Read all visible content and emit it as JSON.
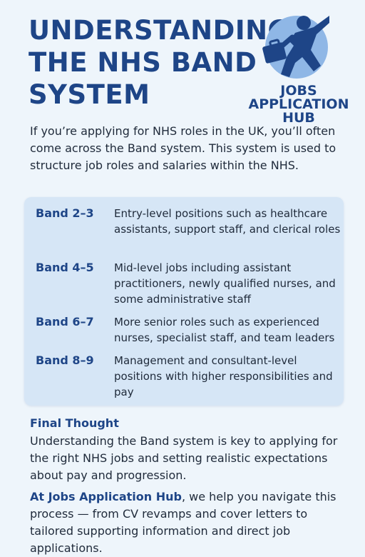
{
  "header": {
    "title_lines": [
      "UNDERSTANDING",
      "THE NHS BAND",
      "SYSTEM"
    ]
  },
  "logo": {
    "text_lines": [
      "JOBS",
      "APPLICATION",
      "HUB"
    ],
    "icon": "person-with-briefcase-icon",
    "colors": {
      "circle": "#8fb7e6",
      "figure": "#1e4587"
    }
  },
  "intro": "If you’re applying for NHS roles in the UK, you’ll often come across the Band system. This system is used to structure job roles and salaries within the NHS.",
  "bands": [
    {
      "label": "Band 2–3",
      "description": "Entry-level positions such as healthcare assistants, support staff, and clerical roles"
    },
    {
      "label": "Band 4–5",
      "description": "Mid-level jobs including assistant practitioners, newly qualified nurses, and some administrative staff"
    },
    {
      "label": "Band 6–7",
      "description": "More senior roles such as experienced nurses, specialist staff, and team leaders"
    },
    {
      "label": "Band 8–9",
      "description": "Management and consultant-level positions with higher responsibilities and pay"
    }
  ],
  "final_thought": {
    "heading": "Final Thought",
    "body": "Understanding the Band system is key to applying for the right NHS jobs and setting realistic expectations about pay and progression."
  },
  "cta": {
    "brand": "At Jobs Application Hub",
    "text": ", we help you navigate this process — from CV revamps and cover letters to tailored supporting information and direct job applications."
  },
  "colors": {
    "background": "#eef5fb",
    "accent": "#1e4587",
    "panel": "#d6e6f6"
  }
}
